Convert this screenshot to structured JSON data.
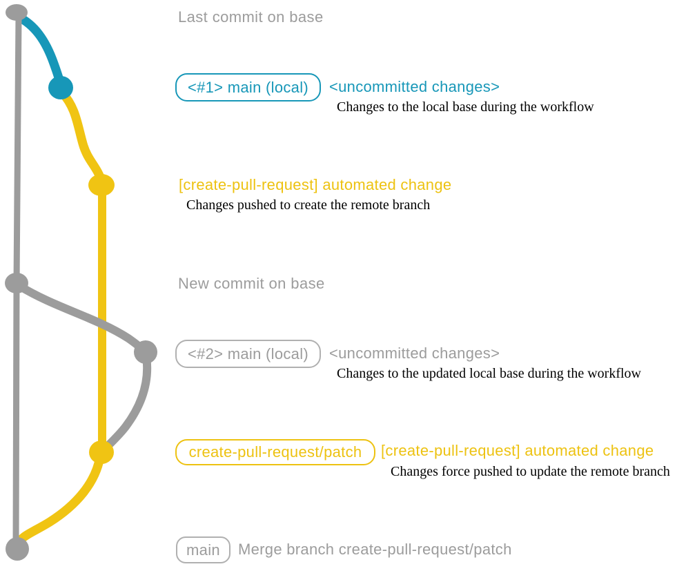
{
  "colors": {
    "teal": "#1797b8",
    "yellow": "#edc211",
    "yellow_line": "#f0c413",
    "gray": "#9c9c9c",
    "description_text": "#000000",
    "background": "#ffffff"
  },
  "sections": {
    "s1": {
      "heading": "Last commit on base"
    },
    "s2": {
      "badge": "<#1> main (local)",
      "note": "<uncommitted changes>",
      "description": "Changes to the local base during the workflow"
    },
    "s3": {
      "note": "[create-pull-request] automated change",
      "description": "Changes pushed to create the remote branch"
    },
    "s4": {
      "heading": "New commit on base"
    },
    "s5": {
      "badge": "<#2> main (local)",
      "note": "<uncommitted changes>",
      "description": "Changes to the updated local base during the workflow"
    },
    "s6": {
      "badge": "create-pull-request/patch",
      "note": "[create-pull-request] automated change",
      "description": "Changes force pushed to update the remote branch"
    },
    "s7": {
      "badge": "main",
      "note": "Merge branch create-pull-request/patch"
    }
  }
}
